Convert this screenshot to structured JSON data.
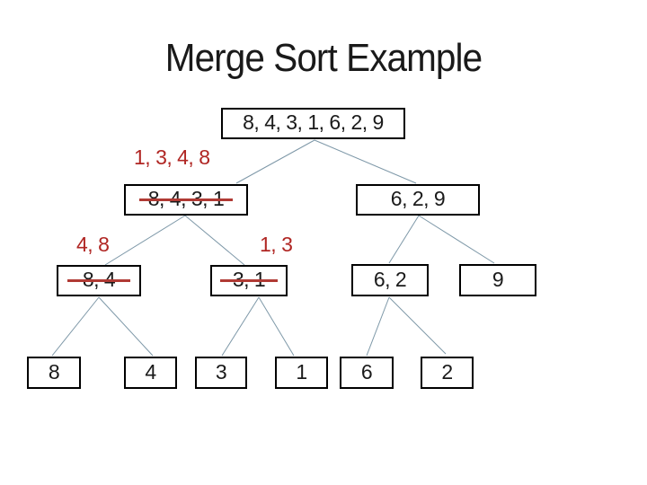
{
  "slide": {
    "title": "Merge Sort Example"
  },
  "colors": {
    "box_border": "#000000",
    "box_text": "#1a1a1a",
    "merged_label_red": "#b02623",
    "strike_red": "#b03a34",
    "connector_blue_gray": "#7e98a8",
    "background": "#ffffff"
  },
  "tree": {
    "root": {
      "label": "8, 4, 3, 1, 6, 2, 9",
      "struck": false
    },
    "merged_labels": [
      {
        "text": "1, 3, 4, 8"
      },
      {
        "text": "4, 8"
      },
      {
        "text": "1, 3"
      }
    ],
    "level2": [
      {
        "label": "8, 4, 3, 1",
        "struck": true
      },
      {
        "label": "6, 2, 9",
        "struck": false
      }
    ],
    "level3": [
      {
        "label": "8, 4",
        "struck": true
      },
      {
        "label": "3, 1",
        "struck": true
      },
      {
        "label": "6, 2",
        "struck": false
      },
      {
        "label": "9",
        "struck": false
      }
    ],
    "leaves": [
      {
        "label": "8"
      },
      {
        "label": "4"
      },
      {
        "label": "3"
      },
      {
        "label": "1"
      },
      {
        "label": "6"
      },
      {
        "label": "2"
      }
    ]
  }
}
